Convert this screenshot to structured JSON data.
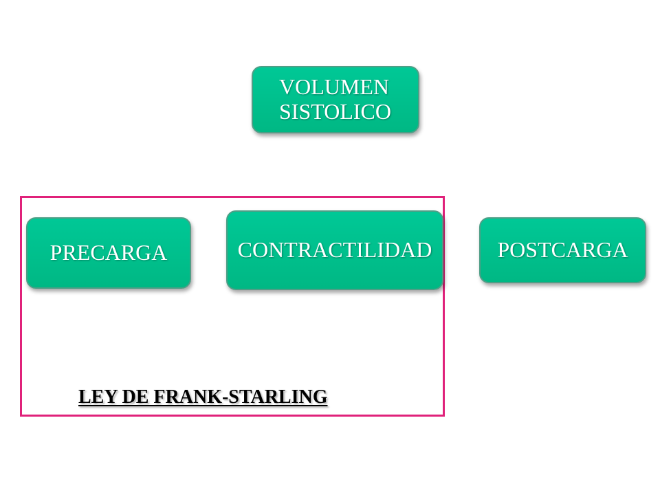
{
  "diagram": {
    "top_node": {
      "line1": "VOLUMEN",
      "line2": "SISTOLICO"
    },
    "nodes": {
      "precarga": "PRECARGA",
      "contractilidad": "CONTRACTILIDAD",
      "postcarga": "POSTCARGA"
    },
    "group_label": "LEY DE FRANK-STARLING"
  },
  "colors": {
    "node_fill": "#00c896",
    "node_fill_dark": "#00b884",
    "frame_border": "#e0217a",
    "text": "#ffffff"
  }
}
